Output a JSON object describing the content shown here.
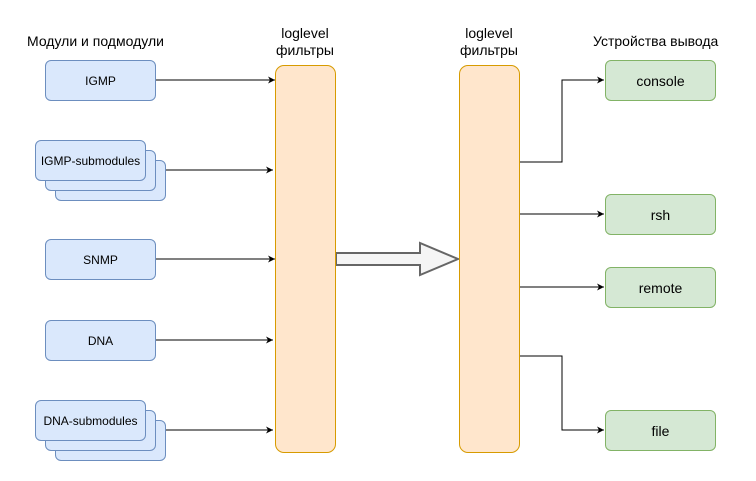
{
  "headers": {
    "modules": "Модули и подмодули",
    "filter1": [
      "loglevel",
      "фильтры"
    ],
    "filter2": [
      "loglevel",
      "фильтры"
    ],
    "outputs": "Устройства вывода"
  },
  "modules": [
    {
      "id": "igmp",
      "label": "IGMP",
      "stacked": false
    },
    {
      "id": "igmp-submodules",
      "label": "IGMP-submodules",
      "stacked": true
    },
    {
      "id": "snmp",
      "label": "SNMP",
      "stacked": false
    },
    {
      "id": "dna",
      "label": "DNA",
      "stacked": false
    },
    {
      "id": "dna-submodules",
      "label": "DNA-submodules",
      "stacked": true
    }
  ],
  "outputs": [
    {
      "id": "console",
      "label": "console"
    },
    {
      "id": "rsh",
      "label": "rsh"
    },
    {
      "id": "remote",
      "label": "remote"
    },
    {
      "id": "file",
      "label": "file"
    }
  ],
  "colors": {
    "module_fill": "#dae8fc",
    "module_stroke": "#6c8ebf",
    "filter_fill": "#ffe6cc",
    "filter_stroke": "#d79b00",
    "output_fill": "#d5e8d4",
    "output_stroke": "#82b366",
    "big_arrow_fill": "#f5f5f5",
    "big_arrow_stroke": "#666666"
  }
}
